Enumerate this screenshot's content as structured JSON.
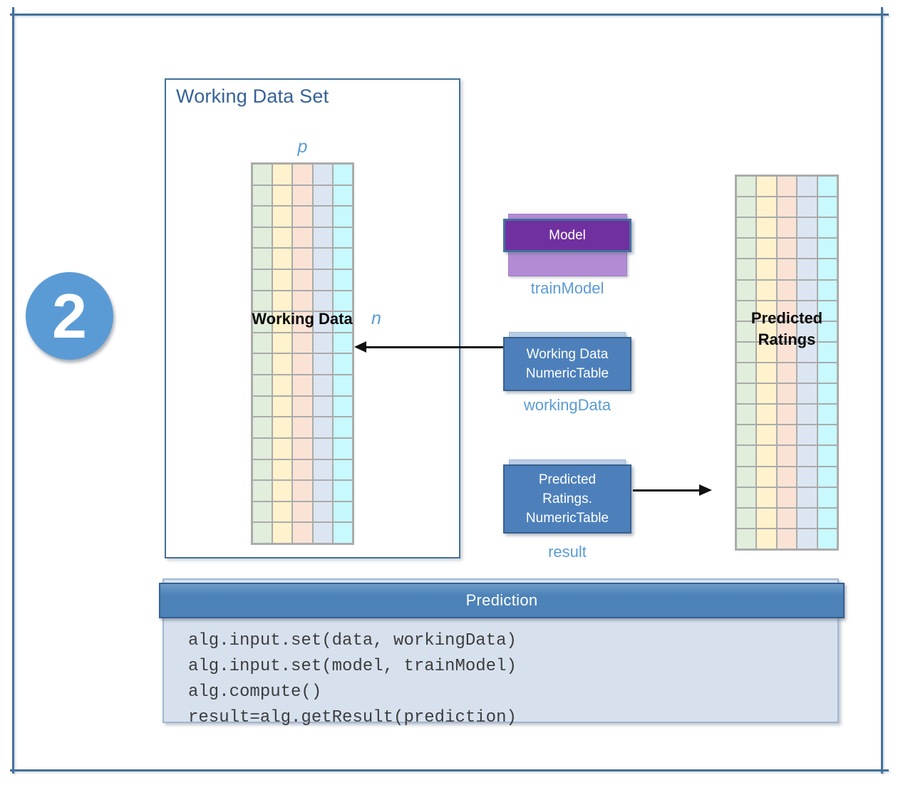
{
  "step_badge": {
    "number": "2",
    "fill": "#5B9BD5"
  },
  "working_data_set": {
    "title": "Working Data Set",
    "p_label": "p",
    "n_label": "n",
    "grid_caption": "Working Data"
  },
  "model_shape": {
    "label": "Model",
    "caption": "trainModel",
    "fill": "#7030A0",
    "back_fill": "#B28BD4"
  },
  "working_data_shape": {
    "lines": [
      "Working Data",
      "NumericTable"
    ],
    "caption": "workingData",
    "fill": "#4D80BB"
  },
  "result_shape": {
    "lines": [
      "Predicted",
      "Ratings.",
      "NumericTable"
    ],
    "caption": "result",
    "fill": "#4D80BB"
  },
  "predicted_ratings_grid": {
    "caption_lines": [
      "Predicted",
      "Ratings"
    ]
  },
  "prediction_panel": {
    "title": "Prediction",
    "code_lines": [
      "alg.input.set(data, workingData)",
      "alg.input.set(model, trainModel)",
      "alg.compute()",
      "result=alg.getResult(prediction)"
    ]
  },
  "grid_style": {
    "columns": 5,
    "rows": 18,
    "column_colors": [
      "#E0EEDB",
      "#FFF2CC",
      "#FAE3D5",
      "#DCE6F2",
      "#C7F9FF"
    ],
    "line_color": "#ABABAB"
  },
  "colors": {
    "frame_border": "#44719E",
    "title_blue": "#366296",
    "caption_blue": "#5B9BD5",
    "box_border": "#36618F",
    "bar_fill": "#4C82B8",
    "code_bg": "#D7E1EE",
    "code_text": "#3D3D3D"
  }
}
